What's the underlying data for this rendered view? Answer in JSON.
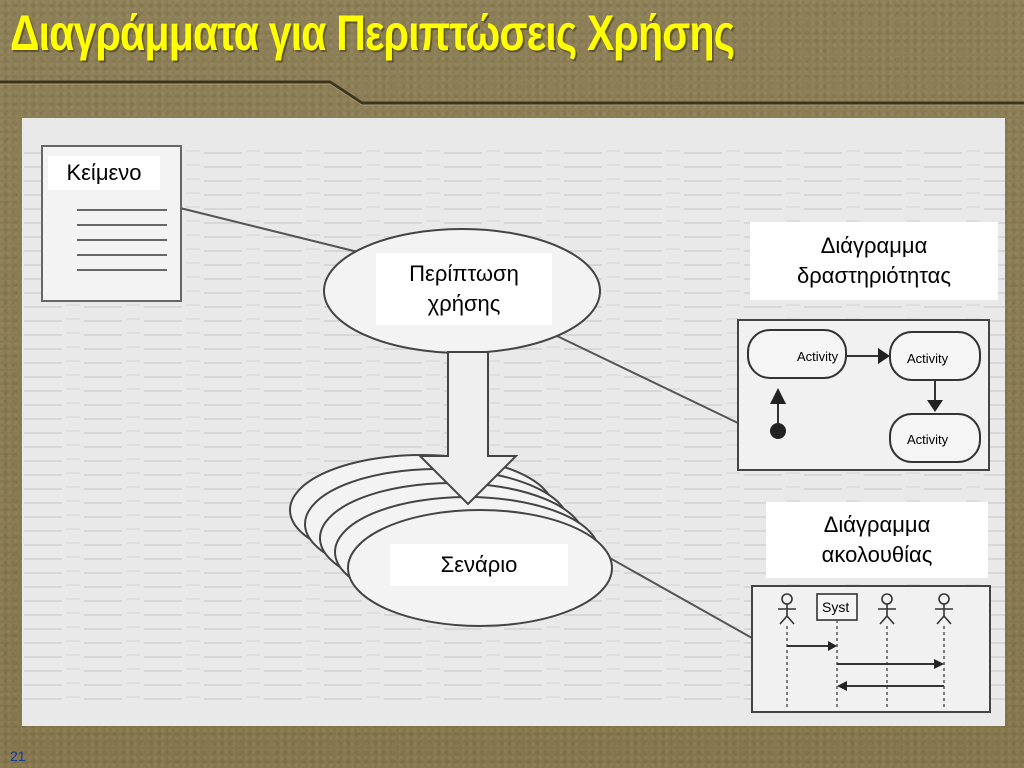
{
  "slide": {
    "title": "Διαγράμματα για Περιπτώσεις Χρήσης",
    "number": "21"
  },
  "diagram": {
    "text_doc_label": "Κείμενο",
    "use_case_label_line1": "Περίπτωση",
    "use_case_label_line2": "χρήσης",
    "scenario_label": "Σενάριο",
    "activity_diagram_label_line1": "Διάγραμμα",
    "activity_diagram_label_line2": "δραστηριότητας",
    "sequence_diagram_label_line1": "Διάγραμμα",
    "sequence_diagram_label_line2": "ακολουθίας",
    "activity_nodes": [
      "Activity",
      "Activity",
      "Activity"
    ],
    "sequence_object_label": "Syst"
  },
  "colors": {
    "title": "#ffff00",
    "background": "#8a7a52",
    "panel": "#e9e9e9",
    "slide_number": "#1a3a9a"
  }
}
